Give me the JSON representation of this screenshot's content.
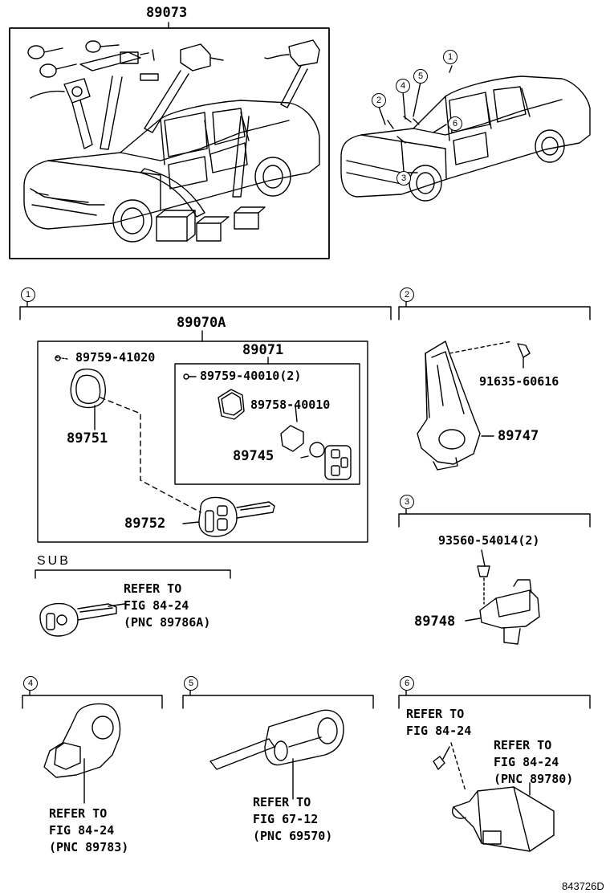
{
  "top_assembly": "89073",
  "callouts": [
    "1",
    "2",
    "3",
    "4",
    "5",
    "6"
  ],
  "section1": {
    "assembly": "89070A",
    "subassembly": "89071",
    "parts": {
      "p1": "89759-41020",
      "p2": "89751",
      "p3": "89759-40010(2)",
      "p4": "89758-40010",
      "p5": "89745",
      "p6": "89752"
    }
  },
  "sub": {
    "label": "SUB",
    "ref": [
      "REFER TO",
      "FIG 84-24",
      "(PNC 89786A)"
    ]
  },
  "section2": {
    "bolt": "91635-60616",
    "part": "89747"
  },
  "section3": {
    "screw": "93560-54014(2)",
    "part": "89748"
  },
  "section4": {
    "ref": [
      "REFER TO",
      "FIG 84-24",
      "(PNC 89783)"
    ]
  },
  "section5": {
    "ref": [
      "REFER TO",
      "FIG 67-12",
      "(PNC 69570)"
    ]
  },
  "section6": {
    "ref_a": [
      "REFER TO",
      "FIG 84-24"
    ],
    "ref_b": [
      "REFER TO",
      "FIG 84-24",
      "(PNC 89780)"
    ]
  },
  "figure_code": "843726D"
}
